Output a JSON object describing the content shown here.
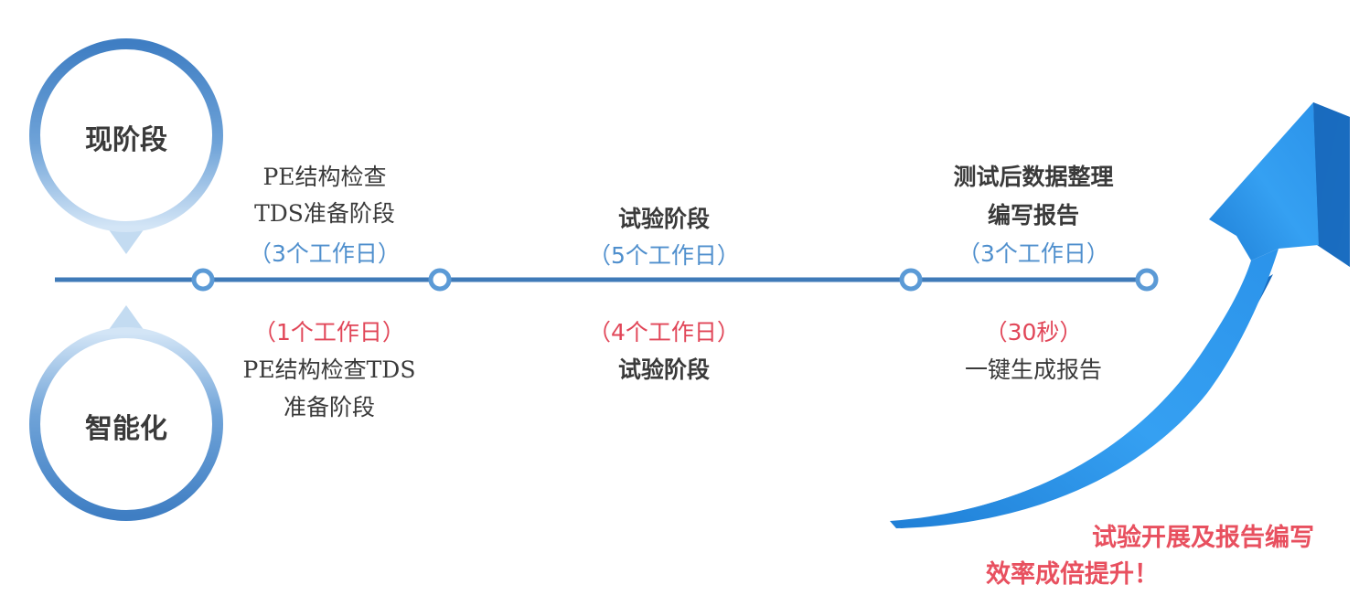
{
  "stages": {
    "current_label": "现阶段",
    "smart_label": "智能化"
  },
  "current": [
    {
      "lines": [
        "PE结构检查",
        "TDS准备阶段"
      ],
      "duration": "（3个工作日）"
    },
    {
      "lines": [
        "试验阶段"
      ],
      "duration": "（5个工作日）"
    },
    {
      "lines": [
        "测试后数据整理",
        "编写报告"
      ],
      "duration": "（3个工作日）"
    }
  ],
  "smart": [
    {
      "duration": "（1个工作日）",
      "lines": [
        "PE结构检查TDS",
        "准备阶段"
      ]
    },
    {
      "duration": "（4个工作日）",
      "lines": [
        "试验阶段"
      ]
    },
    {
      "duration": "（30秒）",
      "lines": [
        "一键生成报告"
      ]
    }
  ],
  "slogan": {
    "line1": "试验开展及报告编写",
    "line2": "效率成倍提升！"
  },
  "colors": {
    "timeline": "#3f7ab8",
    "node_stroke": "#5b9ad6",
    "duration_blue": "#4f8fcd",
    "duration_red": "#e14658",
    "slogan": "#e8505f",
    "arrow": "#2a8be0"
  }
}
